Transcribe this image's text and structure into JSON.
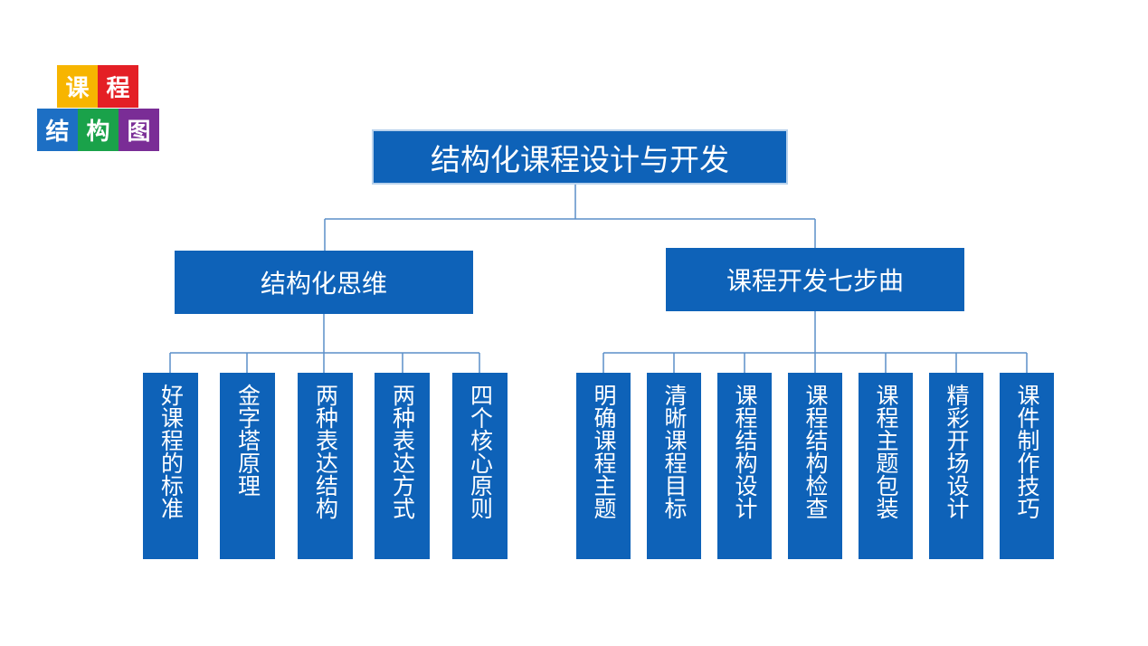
{
  "logo": {
    "tiles": [
      {
        "char": "课",
        "color": "#f7b500"
      },
      {
        "char": "程",
        "color": "#e41f25"
      },
      {
        "char": "结",
        "color": "#1d6fc4"
      },
      {
        "char": "构",
        "color": "#1aa24a"
      },
      {
        "char": "图",
        "color": "#7a2d96"
      }
    ]
  },
  "diagram": {
    "root": "结构化课程设计与开发",
    "left": {
      "title": "结构化思维",
      "items": [
        "好课程的标准",
        "金字塔原理",
        "两种表达结构",
        "两种表达方式",
        "四个核心原则"
      ]
    },
    "right": {
      "title": "课程开发七步曲",
      "items": [
        "明确课程主题",
        "清晰课程目标",
        "课程结构设计",
        "课程结构检查",
        "课程主题包装",
        "精彩开场设计",
        "课件制作技巧"
      ]
    },
    "colors": {
      "box": "#0e62b8",
      "line": "#5b8fc9",
      "text": "#ffffff"
    }
  }
}
